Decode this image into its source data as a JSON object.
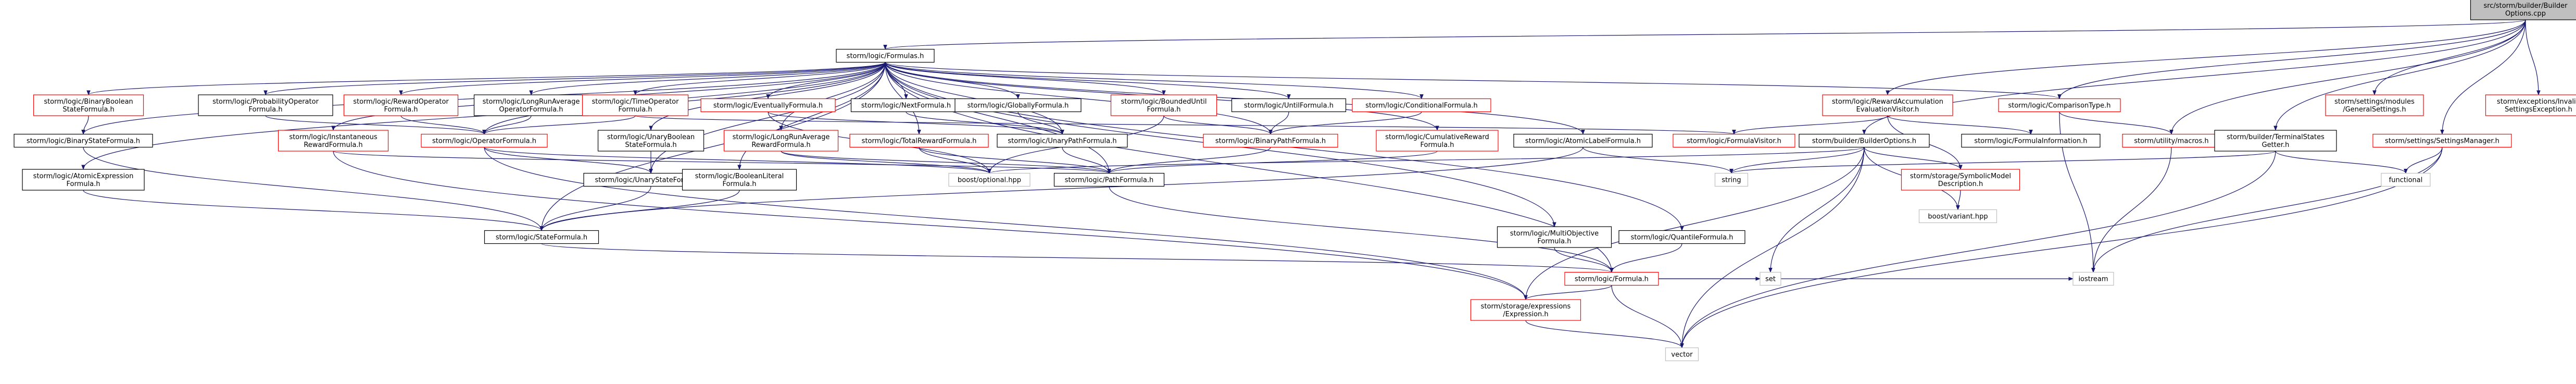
{
  "colors": {
    "background": "#ffffff",
    "edge": "#191970",
    "arrowhead": "#191970",
    "node_border_default": "#bfbfbf",
    "node_border_documented": "#000000",
    "node_border_linked_red": "#ff0000",
    "node_fill_default": "#ffffff",
    "node_fill_root": "#bfbfbf",
    "text": "#000000"
  },
  "nodes": [
    {
      "id": "root",
      "lines": [
        "src/storm/builder/Builder",
        "Options.cpp"
      ],
      "style": "root"
    },
    {
      "id": "formulas",
      "lines": [
        "storm/logic/Formulas.h"
      ],
      "style": "doc"
    },
    {
      "id": "rewardvisitor",
      "lines": [
        "storm/logic/RewardAccumulation",
        "EvaluationVisitor.h"
      ],
      "style": "red"
    },
    {
      "id": "comparison",
      "lines": [
        "storm/logic/ComparisonType.h"
      ],
      "style": "red"
    },
    {
      "id": "macros",
      "lines": [
        "storm/utility/macros.h"
      ],
      "style": "red"
    },
    {
      "id": "termgetter",
      "lines": [
        "storm/builder/TerminalStates",
        "Getter.h"
      ],
      "style": "doc"
    },
    {
      "id": "settingsmgr",
      "lines": [
        "storm/settings/SettingsManager.h"
      ],
      "style": "red"
    },
    {
      "id": "generalsettings",
      "lines": [
        "storm/settings/modules",
        "/GeneralSettings.h"
      ],
      "style": "red"
    },
    {
      "id": "invalidsettings",
      "lines": [
        "storm/exceptions/Invalid",
        "SettingsException.h"
      ],
      "style": "red"
    },
    {
      "id": "binbool",
      "lines": [
        "storm/logic/BinaryBoolean",
        "StateFormula.h"
      ],
      "style": "red"
    },
    {
      "id": "probop",
      "lines": [
        "storm/logic/ProbabilityOperator",
        "Formula.h"
      ],
      "style": "doc"
    },
    {
      "id": "rewardop",
      "lines": [
        "storm/logic/RewardOperator",
        "Formula.h"
      ],
      "style": "red"
    },
    {
      "id": "lravgop",
      "lines": [
        "storm/logic/LongRunAverage",
        "OperatorFormula.h"
      ],
      "style": "doc"
    },
    {
      "id": "timeop",
      "lines": [
        "storm/logic/TimeOperator",
        "Formula.h"
      ],
      "style": "red"
    },
    {
      "id": "eventually",
      "lines": [
        "storm/logic/EventuallyFormula.h"
      ],
      "style": "red"
    },
    {
      "id": "next",
      "lines": [
        "storm/logic/NextFormula.h"
      ],
      "style": "doc"
    },
    {
      "id": "globally",
      "lines": [
        "storm/logic/GloballyFormula.h"
      ],
      "style": "doc"
    },
    {
      "id": "bounduntil",
      "lines": [
        "storm/logic/BoundedUntil",
        "Formula.h"
      ],
      "style": "red"
    },
    {
      "id": "until",
      "lines": [
        "storm/logic/UntilFormula.h"
      ],
      "style": "doc"
    },
    {
      "id": "conditional",
      "lines": [
        "storm/logic/ConditionalFormula.h"
      ],
      "style": "red"
    },
    {
      "id": "binstate",
      "lines": [
        "storm/logic/BinaryStateFormula.h"
      ],
      "style": "doc"
    },
    {
      "id": "instreward",
      "lines": [
        "storm/logic/Instantaneous",
        "RewardFormula.h"
      ],
      "style": "red"
    },
    {
      "id": "operator",
      "lines": [
        "storm/logic/OperatorFormula.h"
      ],
      "style": "red"
    },
    {
      "id": "unarybool",
      "lines": [
        "storm/logic/UnaryBoolean",
        "StateFormula.h"
      ],
      "style": "doc"
    },
    {
      "id": "lravgreward",
      "lines": [
        "storm/logic/LongRunAverage",
        "RewardFormula.h"
      ],
      "style": "red"
    },
    {
      "id": "totalreward",
      "lines": [
        "storm/logic/TotalRewardFormula.h"
      ],
      "style": "red"
    },
    {
      "id": "unarypath",
      "lines": [
        "storm/logic/UnaryPathFormula.h"
      ],
      "style": "doc"
    },
    {
      "id": "binpath",
      "lines": [
        "storm/logic/BinaryPathFormula.h"
      ],
      "style": "red"
    },
    {
      "id": "cumreward",
      "lines": [
        "storm/logic/CumulativeReward",
        "Formula.h"
      ],
      "style": "red"
    },
    {
      "id": "atomiclabel",
      "lines": [
        "storm/logic/AtomicLabelFormula.h"
      ],
      "style": "doc"
    },
    {
      "id": "formulavisitor",
      "lines": [
        "storm/logic/FormulaVisitor.h"
      ],
      "style": "red"
    },
    {
      "id": "formulainfo",
      "lines": [
        "storm/logic/FormulaInformation.h"
      ],
      "style": "doc"
    },
    {
      "id": "builderopts",
      "lines": [
        "storm/builder/BuilderOptions.h"
      ],
      "style": "doc"
    },
    {
      "id": "symbolic",
      "lines": [
        "storm/storage/SymbolicModel",
        "Description.h"
      ],
      "style": "red"
    },
    {
      "id": "functional",
      "lines": [
        "functional"
      ],
      "style": "default"
    },
    {
      "id": "atomicexpr",
      "lines": [
        "storm/logic/AtomicExpression",
        "Formula.h"
      ],
      "style": "doc"
    },
    {
      "id": "unarystate",
      "lines": [
        "storm/logic/UnaryStateFormula.h"
      ],
      "style": "doc"
    },
    {
      "id": "boollit",
      "lines": [
        "storm/logic/BooleanLiteral",
        "Formula.h"
      ],
      "style": "doc"
    },
    {
      "id": "optional",
      "lines": [
        "boost/optional.hpp"
      ],
      "style": "default"
    },
    {
      "id": "pathformula",
      "lines": [
        "storm/logic/PathFormula.h"
      ],
      "style": "doc"
    },
    {
      "id": "string",
      "lines": [
        "string"
      ],
      "style": "default"
    },
    {
      "id": "stateformula",
      "lines": [
        "storm/logic/StateFormula.h"
      ],
      "style": "doc"
    },
    {
      "id": "multiobj",
      "lines": [
        "storm/logic/MultiObjective",
        "Formula.h"
      ],
      "style": "doc"
    },
    {
      "id": "quantile",
      "lines": [
        "storm/logic/QuantileFormula.h"
      ],
      "style": "doc"
    },
    {
      "id": "variant",
      "lines": [
        "boost/variant.hpp"
      ],
      "style": "default"
    },
    {
      "id": "formula",
      "lines": [
        "storm/logic/Formula.h"
      ],
      "style": "red"
    },
    {
      "id": "set",
      "lines": [
        "set"
      ],
      "style": "default"
    },
    {
      "id": "iostream",
      "lines": [
        "iostream"
      ],
      "style": "default"
    },
    {
      "id": "expression",
      "lines": [
        "storm/storage/expressions",
        "/Expression.h"
      ],
      "style": "red"
    },
    {
      "id": "vector",
      "lines": [
        "vector"
      ],
      "style": "default"
    }
  ],
  "edges": [
    [
      "root",
      "formulas"
    ],
    [
      "root",
      "rewardvisitor"
    ],
    [
      "root",
      "comparison"
    ],
    [
      "root",
      "macros"
    ],
    [
      "root",
      "termgetter"
    ],
    [
      "root",
      "settingsmgr"
    ],
    [
      "root",
      "generalsettings"
    ],
    [
      "root",
      "invalidsettings"
    ],
    [
      "root",
      "builderopts"
    ],
    [
      "formulas",
      "binbool"
    ],
    [
      "formulas",
      "probop"
    ],
    [
      "formulas",
      "rewardop"
    ],
    [
      "formulas",
      "lravgop"
    ],
    [
      "formulas",
      "timeop"
    ],
    [
      "formulas",
      "eventually"
    ],
    [
      "formulas",
      "next"
    ],
    [
      "formulas",
      "globally"
    ],
    [
      "formulas",
      "bounduntil"
    ],
    [
      "formulas",
      "until"
    ],
    [
      "formulas",
      "conditional"
    ],
    [
      "formulas",
      "comparison"
    ],
    [
      "formulas",
      "binstate"
    ],
    [
      "formulas",
      "instreward"
    ],
    [
      "formulas",
      "operator"
    ],
    [
      "formulas",
      "unarybool"
    ],
    [
      "formulas",
      "lravgreward"
    ],
    [
      "formulas",
      "totalreward"
    ],
    [
      "formulas",
      "unarypath"
    ],
    [
      "formulas",
      "binpath"
    ],
    [
      "formulas",
      "cumreward"
    ],
    [
      "formulas",
      "atomiclabel"
    ],
    [
      "formulas",
      "atomicexpr"
    ],
    [
      "formulas",
      "unarystate"
    ],
    [
      "formulas",
      "boollit"
    ],
    [
      "formulas",
      "pathformula"
    ],
    [
      "formulas",
      "stateformula"
    ],
    [
      "formulas",
      "multiobj"
    ],
    [
      "formulas",
      "quantile"
    ],
    [
      "formulas",
      "formula"
    ],
    [
      "binbool",
      "binstate"
    ],
    [
      "probop",
      "operator"
    ],
    [
      "rewardop",
      "operator"
    ],
    [
      "lravgop",
      "operator"
    ],
    [
      "timeop",
      "operator"
    ],
    [
      "timeop",
      "formulavisitor"
    ],
    [
      "eventually",
      "unarypath"
    ],
    [
      "eventually",
      "optional"
    ],
    [
      "next",
      "unarypath"
    ],
    [
      "globally",
      "unarypath"
    ],
    [
      "bounduntil",
      "binpath"
    ],
    [
      "bounduntil",
      "optional"
    ],
    [
      "until",
      "binpath"
    ],
    [
      "conditional",
      "binpath"
    ],
    [
      "binstate",
      "stateformula"
    ],
    [
      "instreward",
      "pathformula"
    ],
    [
      "instreward",
      "expression"
    ],
    [
      "operator",
      "unarystate"
    ],
    [
      "operator",
      "optional"
    ],
    [
      "operator",
      "expression"
    ],
    [
      "unarybool",
      "unarystate"
    ],
    [
      "lravgreward",
      "pathformula"
    ],
    [
      "lravgreward",
      "optional"
    ],
    [
      "totalreward",
      "pathformula"
    ],
    [
      "totalreward",
      "optional"
    ],
    [
      "unarypath",
      "pathformula"
    ],
    [
      "binpath",
      "pathformula"
    ],
    [
      "cumreward",
      "pathformula"
    ],
    [
      "atomiclabel",
      "stateformula"
    ],
    [
      "atomiclabel",
      "string"
    ],
    [
      "rewardvisitor",
      "formulavisitor"
    ],
    [
      "rewardvisitor",
      "formulainfo"
    ],
    [
      "rewardvisitor",
      "symbolic"
    ],
    [
      "comparison",
      "macros"
    ],
    [
      "comparison",
      "iostream"
    ],
    [
      "macros",
      "iostream"
    ],
    [
      "termgetter",
      "functional"
    ],
    [
      "termgetter",
      "string"
    ],
    [
      "termgetter",
      "vector"
    ],
    [
      "settingsmgr",
      "functional"
    ],
    [
      "settingsmgr",
      "iostream"
    ],
    [
      "settingsmgr",
      "vector"
    ],
    [
      "builderopts",
      "symbolic"
    ],
    [
      "builderopts",
      "optional"
    ],
    [
      "builderopts",
      "string"
    ],
    [
      "builderopts",
      "variant"
    ],
    [
      "builderopts",
      "set"
    ],
    [
      "builderopts",
      "vector"
    ],
    [
      "builderopts",
      "expression"
    ],
    [
      "symbolic",
      "variant"
    ],
    [
      "atomicexpr",
      "stateformula"
    ],
    [
      "unarystate",
      "stateformula"
    ],
    [
      "boollit",
      "stateformula"
    ],
    [
      "pathformula",
      "formula"
    ],
    [
      "stateformula",
      "formula"
    ],
    [
      "multiobj",
      "formula"
    ],
    [
      "quantile",
      "formula"
    ],
    [
      "formula",
      "set"
    ],
    [
      "formula",
      "iostream"
    ],
    [
      "formula",
      "vector"
    ],
    [
      "formula",
      "expression"
    ],
    [
      "expression",
      "vector"
    ]
  ]
}
